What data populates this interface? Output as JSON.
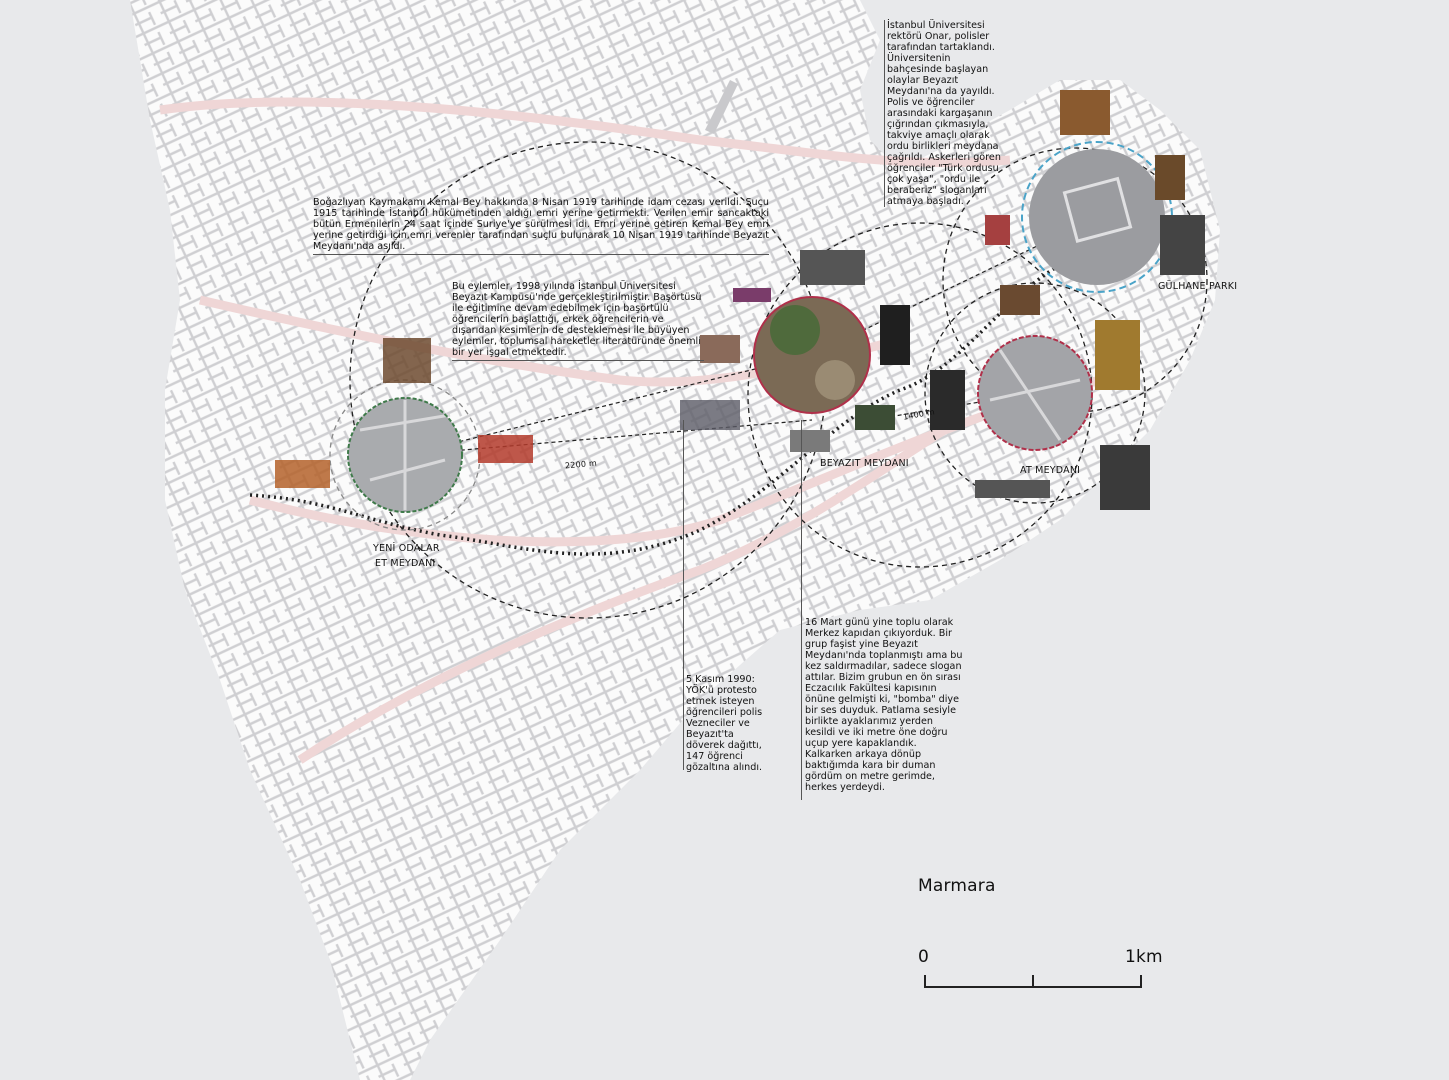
{
  "annotations": {
    "kemal_bey": "Boğazlıyan Kaymakamı Kemal Bey hakkında 8 Nisan 1919 tarihinde idam cezası verildi. Suçu 1915 tarihinde İstanbul hükümetinden aldığı emri yerine getirmekti. Verilen emir sancaktaki bütün Ermenilerin 24 saat içinde Suriye'ye sürülmesi idi. Emri yerine getiren Kemal Bey emri yerine getirdiği için,emri verenler tarafından suçlu bulunarak 10 Nisan 1919 tarihinde Beyazıt Meydanı'nda asıldı.",
    "basortusu": "Bu eylemler, 1998 yılında İstanbul Üniversitesi Beyazıt Kampüsü'nde gerçekleştirilmiştir. Başörtüsü ile eğitimine devam edebilmek için başörtülü öğrencilerin başlattığı, erkek öğrencilerin ve dışarıdan kesimlerin de desteklemesi ile büyüyen eylemler, toplumsal hareketler literatüründe önemli bir yer işgal etmektedir.",
    "onar": "İstanbul Üniversitesi rektörü Onar, polisler tarafından tartaklandı. Üniversitenin bahçesinde başlayan olaylar Beyazıt Meydanı'na da yayıldı. Polis ve öğrenciler arasındaki kargaşanın çığrından çıkmasıyla, takviye amaçlı olarak ordu birlikleri meydana çağrıldı. Askerleri gören öğrenciler \"Türk ordusu çok yaşa\", \"ordu ile beraberiz\" sloganları atmaya başladı.",
    "kasim_1990": "5 Kasım 1990: YÖK'ü protesto etmek isteyen öğrencileri polis Vezneciler ve Beyazıt'ta döverek dağıttı, 147 öğrenci gözaltına alındı.",
    "mart_16": "16 Mart günü yine toplu olarak Merkez kapıdan çıkıyorduk. Bir grup faşist yine Beyazıt Meydanı'nda toplanmıştı ama bu kez saldırmadılar, sadece slogan attılar. Bizim grubun en ön sırası Eczacılık Fakültesi kapısının önüne gelmişti ki, \"bomba\" diye bir ses duyduk. Patlama sesiyle birlikte ayaklarımız yerden kesildi ve iki metre öne doğru uçup yere kapaklandık. Kalkarken arkaya dönüp baktığımda kara bir duman gördüm on metre gerimde, herkes yerdeydi."
  },
  "places": {
    "yeni_odalar_1": "YENİ ODALAR",
    "yeni_odalar_2": "ET MEYDANI",
    "beyazit": "BEYAZIT MEYDANI",
    "at_meydani": "AT MEYDANI",
    "gulhane": "GÜLHANE PARKI"
  },
  "distances": {
    "d1": "2200 m",
    "d2": "1400 m"
  },
  "sea_label": "Marmara",
  "scale_bar": {
    "start": "0",
    "end": "1km"
  },
  "colors": {
    "water": "#e8e9eb",
    "land": "#fbfbfb",
    "street": "#c9c9cc",
    "main_road": "#efd6d6",
    "green_ring": "#3f7a4a",
    "red_ring": "#b0304a",
    "blue_ring": "#4aa3c8"
  }
}
